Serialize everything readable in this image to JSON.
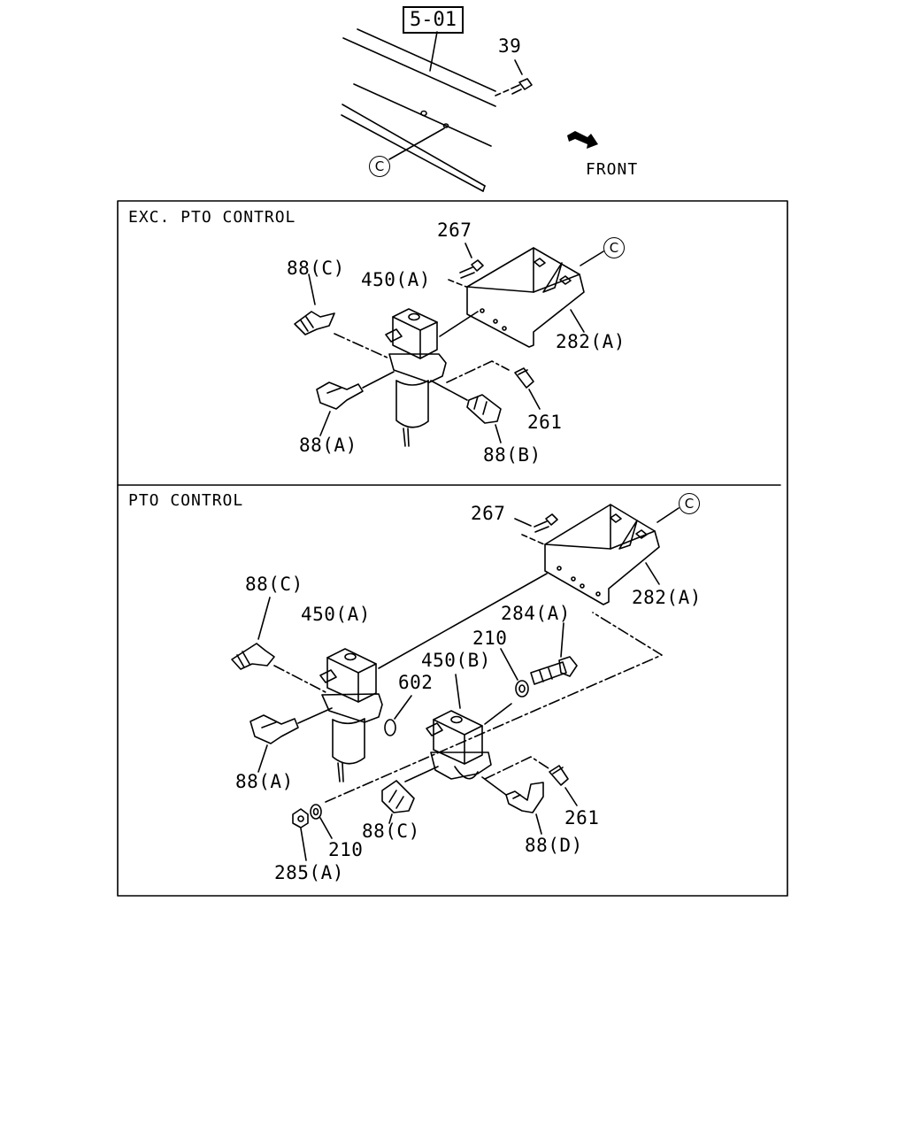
{
  "reference_box": "5-01",
  "front_label": "FRONT",
  "connector_mark": "C",
  "panels": [
    {
      "title": "EXC. PTO CONTROL"
    },
    {
      "title": "PTO CONTROL"
    }
  ],
  "top_labels": {
    "bolt": "39"
  },
  "panel1_labels": {
    "bolt": "267",
    "fitting_c": "88(C)",
    "valve_a": "450(A)",
    "bracket": "282(A)",
    "plug": "261",
    "fitting_a": "88(A)",
    "fitting_b": "88(B)"
  },
  "panel2_labels": {
    "bolt": "267",
    "bracket": "282(A)",
    "fitting_c_top": "88(C)",
    "valve_a": "450(A)",
    "bolt_long": "284(A)",
    "washer_top": "210",
    "valve_b": "450(B)",
    "oring": "602",
    "fitting_a": "88(A)",
    "fitting_c_bottom": "88(C)",
    "washer_bottom": "210",
    "nut": "285(A)",
    "plug": "261",
    "fitting_d": "88(D)"
  }
}
